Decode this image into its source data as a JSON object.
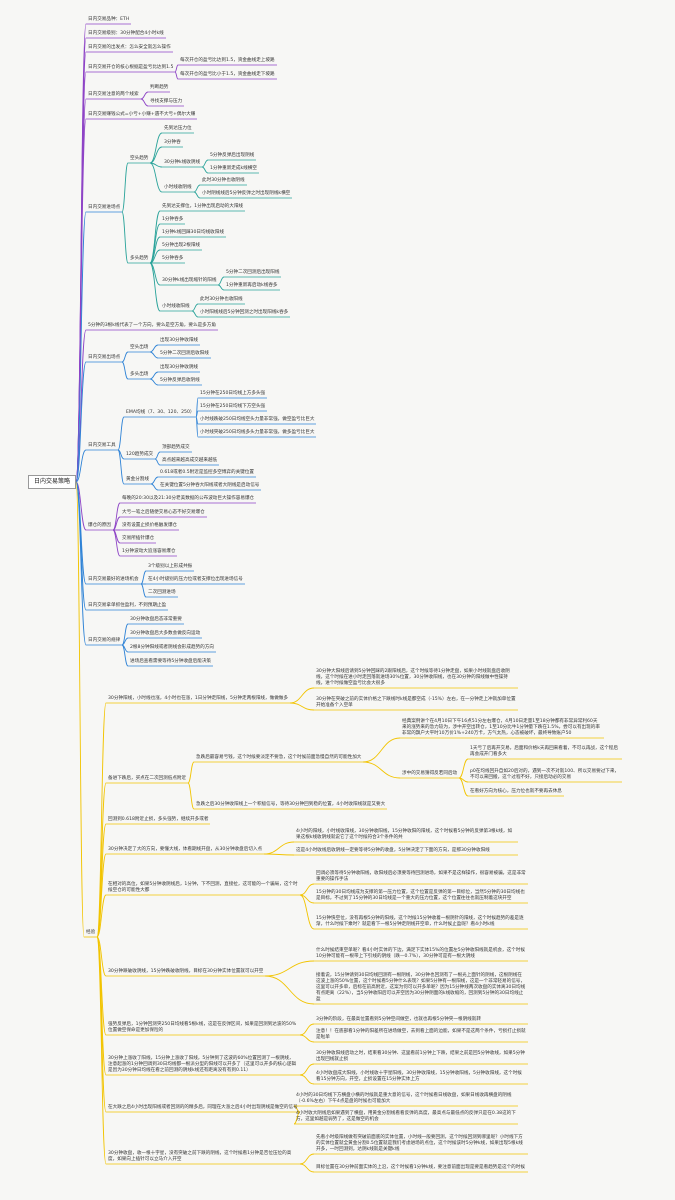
{
  "root": "日内交易策略",
  "colors": {
    "purple": "#8e44c6",
    "blue": "#2f83d6",
    "teal": "#2aa39a",
    "green": "#46a83a",
    "yellow": "#f2c400",
    "orange": "#f08a24",
    "red": "#e45555"
  },
  "branches": {
    "b1": "日内交易品种：ETH",
    "b2": "日内交易级别：30分钟配合4小时k线",
    "b3": "日内交易的出发点：怎么安全就怎么操作",
    "b4": "日内交易开仓的核心根据是盈亏比达到1.5",
    "b4c1": "每次开仓的盈亏比达到1.5，资金曲线走上坡路",
    "b4c2": "每次开仓的盈亏比小于1.5，资金曲线走下坡路",
    "b5": "日内交易注意的两个线索",
    "b5c1": "判断趋势",
    "b5c2": "寻找支撑与压力",
    "b6": "日内交易赚钱公式=小亏+小赚+遇不大亏+偶尔大赚",
    "b7": "日内交易进场点",
    "short": "空头趋势",
    "short_a": "先到达压力位",
    "short_b": "3分钟吞",
    "short_c": "30分钟k线收阴线",
    "short_c1": "5分钟反弹后出现阴线",
    "short_c2": "1分钟重新走成k线横空",
    "short_d": "小时线收阴线",
    "short_d1": "此时30分钟也收阴线",
    "short_d2": "小时阴线线后5分钟反弹之时出现阴线k横空",
    "long_a": "先到达支撑位，1分钟出现启动的大阳线",
    "long": "多头趋势",
    "long_b": "1分钟吞多",
    "long_c": "1分钟k线回踩30日均线收阳线",
    "long_d": "5分钟出现2根阳线",
    "long_e": "5分钟吞多",
    "long_f": "30分钟k线出现缩针的阳线",
    "long_f1": "5分钟二次回测后出现阳线",
    "long_f2": "1分钟重新再启动k线吞多",
    "long_g": "小时线收阳线",
    "long_g1": "此时30分钟也收阳线",
    "long_g2": "小时阳线线后5分钟回测之时出现阳线k吞多",
    "b8": "5分钟的3根k线代表了一个方向，要么是空方角，要么是多方角",
    "b9": "日内交易出场点",
    "exit_s": "空头出场",
    "exit_s1": "出现30分钟收阳线",
    "exit_s2": "5分钟二次回测后收阳线",
    "exit_l": "多头出场",
    "exit_l1": "出现30分钟收阴线",
    "exit_l2": "5分钟反弹后收阴线",
    "b10": "日内交易工具",
    "ema": "EMA均线（7、30、120、250）",
    "ema1": "15分钟在250日均线上方多头强",
    "ema2": "15分钟在250日均线下方空头强",
    "ema3": "小时线跌破250日均线空头力量非常强，做空盈亏比巨大",
    "ema4": "小时线突破250日均线多头力量非常强，做多盈亏比巨大",
    "vol": "120趋势成交",
    "vol1": "顶部趋势成交",
    "vol2": "高点越来越高成交越来越低",
    "gold": "黄金分割线",
    "gold1": "0.618或者0.5附近是监控多空博弈的关键位置",
    "gold2": "在关键位置5分钟吞大阳线或者大阴线是启动信号",
    "b11": "爆仓的原因",
    "boom1": "每晚的20:30以及21:30分老美数据的公布波动巨大操作容易爆仓",
    "boom2": "大亏一笔之后随便交易心态不好交易爆仓",
    "boom3": "没有设置止损价格触发爆仓",
    "boom4": "交易所插针爆仓",
    "boom5": "1分钟波动大追涨容易爆仓",
    "b12": "日内交易最好的进场机会",
    "best1": "3个级别以上形成共振",
    "best2": "在4小时级别的压力位或者支撑位出现进场信号",
    "best3": "二次回测进场",
    "b13": "日内交易拿单抓住盈利，不到预期止盈",
    "b14": "日内交易的规律",
    "rule1": "30分钟收盘后态非常重要",
    "rule2": "30分钟收盘后大多数会做反向运动",
    "rule3": "2根8分钟阳线或者阴线会形成趋势的方向",
    "rule4": "进场后查看需要等待5分钟收盘后能决策",
    "b15": "经验",
    "exp1": "30分钟阳线，小时线也涨，4小时也在涨，1日分钟走阳线，5分钟走两根阳线，做做做多",
    "exp1a": "30分钟大阳线后请到5分钟回踩的2跟阳线后，这个时候等待1分钟走盘，如果小时线就盘后收阴线，这个时候在进小时走回落就进场30%位置，30分钟收阳线，也在30分钟的阳线做中性操持线，进个时候做空盈亏比会大很多",
    "exp1b": "30分钟在突破之前的实体价格之下跌线时k线是都空成（-15%）左右，在一分钟走上冲就加单位置开始准备个入空单",
    "exp2": "备进下跌后，买点在二次回测低点附近",
    "exp2a": "急跌后最容易亏钱，这个时候要淡定不要急，这个时候前面急慢自然的可能性加大",
    "exp2a1": "经典案例讲个在4月10日下午16点51分左右爆仓，4月10日走量1至18分钟都有非常异常利60天来的涨势来的急力较为，涉中开空出转仓，1至10分比牛1分钟量下跌在1.5%，尝可以有出现的率非常的飘户大平时10万价1%+240万卡，方气太热，心态被破坏，最终导致账户50",
    "exp2a2": "涉中的交易猜得反若同后动",
    "exp2a2a": "1天亏了后再开交易，后面和价格k天再回来看着，不可以再战，这个程后再会成开门看多大",
    "exp2a2b": "p0在均线回升自如20后对的，遇到一次不对就100、所以交易要过下来，不可以来回搬，这个过程不好，只接后动必的交易",
    "exp2a2c": "在看好方向为核心，压力位也就不要再去休息",
    "exp2b": "急跌之后30分钟收阳线上一个积极信号，等待30分钟回到稳的位置，4小时收阳线就是又要大",
    "exp3": "回测到0.618附近止损，多头强势，继续开多或者",
    "exp4": "30分钟决定了大的方向，要懂大线，体看期线开盘，从30分钟收盘后切入点",
    "exp4a": "4小时的阳线，小时线收阳线，30分钟收阳线，15分钟收阳的阳线，这个时候看5分钟的反弹第3根k线，如果这根k线收阴线就说它了这个时候符合3个条件的共",
    "exp4b": "这是4小时收线后收阴线一定要等待5分钟的收盘，5分钟决定了下面的方向，是那30分钟收阳线",
    "exp5": "在相对的高位，如果5分钟收阴线后，1分钟，下不回测，直接拉，这可能的一个骗局，这个时候空仓的可能性大都",
    "exp5a": "回调必须等待5分钟收阳线，收阳线后必须要等待回测进场，如果不是这样操作，很容易被骗，这是非常重要的操作手法",
    "exp5b": "15分钟的30日均线成为支撑的第一压力位置，这个位置是反弹的第一目标位，当然5分钟的30日均线也是目标，不过到了15分钟的30日均线是一个重大的压力位置，这个位置往往也就压制着这块开空",
    "exp5c": "15分钟快空位，没有再根5分钟的阳线，这个时候15分钟收着一根阴针的阳线，这个时候趋势的差是逐渐，什么时候下乘时？就是看下一根5分钟走阴线开空单，什么时候止盈呢？看4小时k线",
    "exp6": "30分钟跌破收阴线，15分钟跌破收阴线，目标在30分钟实体位置就可以开空",
    "exp6a": "什么时候结束空单呢？看4小时实体的下边，满足下实体15%的位置左5分钟收阳线就是机会，这个时候10分钟可能有一根带上下引线的阴线（跌—0.7%），30分钟可是有一根大阴线",
    "exp6b": "接着说，15分钟请到30日均线回测有一根阴线，30分钟也回测有了一根光上面针的阴线，这根阴线在这波上涨的50%位置，这个时候看5分钟什么表现？如果5分钟有一根阳线，这是一个非常轻易的信号，这里可以开多单，后标在前高附近，这案为何可以开多单呢？因为15分钟线两次收盘的实体离30日均线有点距离（22%），当5分钟收阳后可以开空因为30分钟阴面的k线收缩的，回测到5分钟的30日均线止盈",
    "exp7": "强势反弹后，1分钟回测突250日均线看5根k线，这是在反弹区间，如果是回测到达波的50%位置做空保命是更加保险的",
    "exp7a": "3分钟的阶段，在最高位置看到5分钟空间做空，也就也再根5分钟突一根阴线就转",
    "exp7b": "注意！！在底部看1分钟的阳差所在进场做空，去到看上面的边能，如果不是这两个条件，亏损打止损就是啦单",
    "exp8": "30分钟上涨收了阳线，15分钟上涨收了阳线，5分钟到了这波的60%位置回测了一根阴线，注意起涨的1分钟回调到30日均线都一根派分型的阳线可以开多了（这里可以开多的核心逻辑是因为30分钟日均线在看之前回测的阴线k线还有距离没有有到0.11）",
    "exp8a": "30分钟收阳线启动之时，结束看30分钟、这里看前1分钟上下跌，结果之前是回5分钟收线，如果5分钟出现回线就止损",
    "exp8b": "4小时收盘成大阳线，小时线收十字星阳线，30分钟收阳线，15分钟收阳线，5分钟收阳线，这个时候看15分钟方向，开空，止损设置在15分钟实体上方",
    "exp9": "在大跌之后4小时出现阳线或者回测的的精多后，同理在大涨之后4小时出现阴线是做空的信号",
    "exp9a": "4小时的30日均线下方横盘小横的时候就是重大意的信号，这个时候看日线收盘，如果日线收再横盘的阴线（-0.6%左右）下午4点是盘的时候也可能加大",
    "exp9b": "4小时收大阴线后如果遇到了横盘，用黄金分割线看看反弹的高度，最高点与最低点的反弹只是在0.38这的下方，这里如越是弱势了，这是做空的机会",
    "exp10": "30分钟收盘，收一根十字星，没有突破之前下跌的阴线，这个时候看1分钟是否位压位的高度，如果向上插针可以立马介入开空",
    "exp10a": "先看小时级阳线做有突破前面底的实体位置，小时线一般要回测，这个时候回测到哪里呢？小时线下方的实体位置就全黄金分割0.5位置就是我们考虑进场的点位，这个时候该时5分钟k线，如果出现5根k线开多，一时回测到，达阴k线就是关键k线",
    "exp10b": "目标位置在30分钟前面实体的上沿，这个时候看1分钟k线，要注意前面出现是要是看趋势是这个的时候"
  }
}
